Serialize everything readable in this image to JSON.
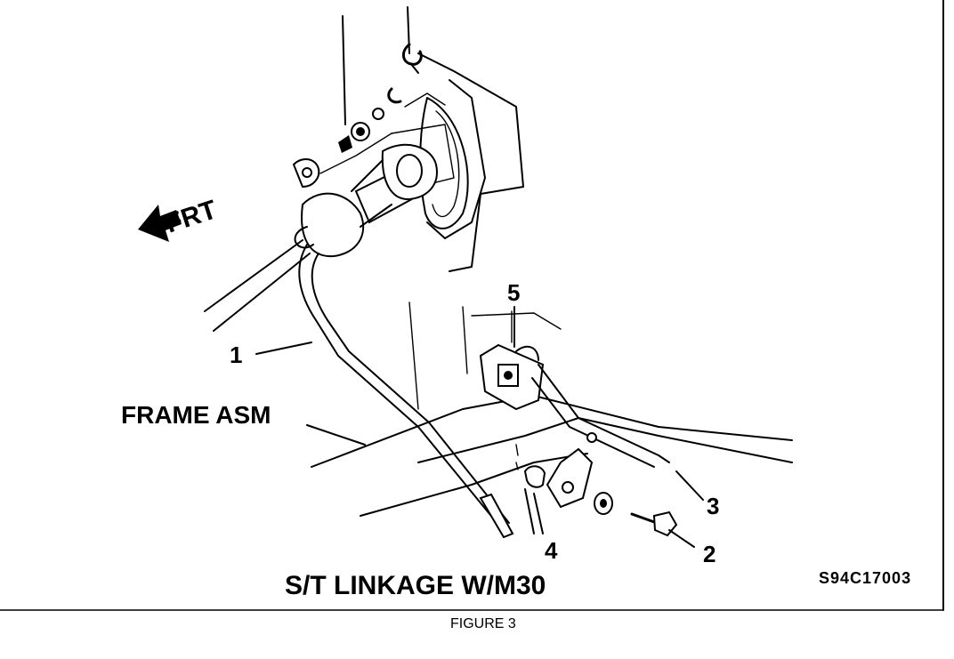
{
  "diagram": {
    "direction_label": "FRT",
    "frame_label": "FRAME ASM",
    "caption": "S/T LINKAGE W/M30",
    "image_code": "S94C17003",
    "figure_label": "FIGURE 3",
    "callouts": [
      "1",
      "2",
      "3",
      "4",
      "5"
    ]
  }
}
